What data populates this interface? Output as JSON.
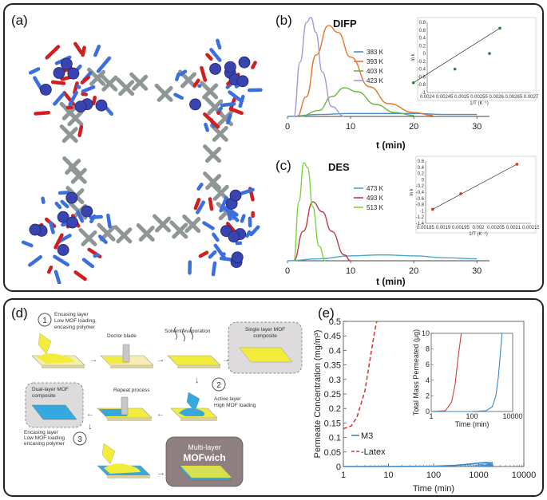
{
  "panels": {
    "a": "(a)",
    "b": "(b)",
    "c": "(c)",
    "d": "(d)",
    "e": "(e)"
  },
  "colors": {
    "blue": "#3b6fe0",
    "red": "#d11f1f",
    "grey": "#8e9696",
    "node": "#3a44b0",
    "c383": "#4a90c8",
    "c393": "#e8742a",
    "c403": "#6ab83c",
    "c423": "#a894d6",
    "c473": "#4aa8c8",
    "c493": "#c2394a",
    "c513": "#7bd43a",
    "m3": "#3a86c6",
    "latex": "#d83a3a",
    "yellow": "#f2ec3a",
    "cyan": "#35a8e0"
  },
  "chart_data": [
    {
      "type": "line",
      "panel": "b",
      "title": "DIFP",
      "xlabel": "t (min)",
      "ylabel": "",
      "xlim": [
        0,
        32
      ],
      "xticks": [
        "0",
        "10",
        "20",
        "30"
      ],
      "series": [
        {
          "name": "383 K",
          "x": [
            0,
            5,
            10,
            15,
            20,
            25,
            30
          ],
          "y": [
            0,
            0.02,
            0.03,
            0.03,
            0.03,
            0.02,
            0.02
          ]
        },
        {
          "name": "393 K",
          "x": [
            1.5,
            3,
            4.5,
            6.5,
            8,
            10,
            13,
            16,
            20,
            23
          ],
          "y": [
            0,
            0.2,
            0.62,
            0.92,
            0.85,
            0.6,
            0.3,
            0.13,
            0.04,
            0.01
          ]
        },
        {
          "name": "403 K",
          "x": [
            2,
            5,
            7,
            9,
            11,
            14,
            17,
            20
          ],
          "y": [
            0,
            0.06,
            0.2,
            0.29,
            0.25,
            0.12,
            0.04,
            0.01
          ]
        },
        {
          "name": "423 K",
          "x": [
            1,
            2,
            3,
            3.7,
            4.5,
            5.5,
            7,
            9
          ],
          "y": [
            0,
            0.55,
            0.95,
            1.0,
            0.85,
            0.45,
            0.1,
            0
          ]
        }
      ],
      "inset": {
        "xlabel": "1/T (K⁻¹)",
        "ylabel": "ln k",
        "xticks": [
          "0.0024",
          "0.00245",
          "0.0025",
          "0.00255",
          "0.0026",
          "0.00265",
          "0.0027"
        ],
        "yticks": [
          "0.8",
          "0.6",
          "0.4",
          "0.2",
          "0",
          "-0.2",
          "-0.4",
          "-0.6",
          "-0.8",
          "-1"
        ],
        "points": [
          [
            0.00236,
            -0.75
          ],
          [
            0.00248,
            -0.4
          ],
          [
            0.00258,
            0.0
          ],
          [
            0.00261,
            0.65
          ]
        ]
      }
    },
    {
      "type": "line",
      "panel": "c",
      "title": "DES",
      "xlabel": "t (min)",
      "ylabel": "",
      "xlim": [
        0,
        32
      ],
      "xticks": [
        "0",
        "10",
        "20",
        "30"
      ],
      "series": [
        {
          "name": "473 K",
          "x": [
            0,
            5,
            10,
            15,
            20,
            25,
            30
          ],
          "y": [
            0,
            0.02,
            0.05,
            0.06,
            0.05,
            0.03,
            0.02
          ]
        },
        {
          "name": "493 K",
          "x": [
            1,
            2.5,
            4,
            5.5,
            7,
            9,
            10
          ],
          "y": [
            0,
            0.3,
            0.6,
            0.5,
            0.3,
            0.06,
            0
          ]
        },
        {
          "name": "513 K",
          "x": [
            1,
            1.8,
            2.6,
            3.2,
            4,
            5,
            6
          ],
          "y": [
            0,
            0.6,
            1.0,
            0.95,
            0.55,
            0.15,
            0
          ]
        }
      ],
      "inset": {
        "xlabel": "1/T (K⁻¹)",
        "ylabel": "ln k",
        "xticks": [
          "0.00185",
          "0.0019",
          "0.00195",
          "0.002",
          "0.00205",
          "0.0021",
          "0.00215"
        ],
        "yticks": [
          "0.6",
          "0.4",
          "0.2",
          "0",
          "-0.2",
          "-0.4",
          "-0.6",
          "-0.8",
          "-1",
          "-1.2",
          "-1.4"
        ],
        "points": [
          [
            0.00187,
            -0.95
          ],
          [
            0.00195,
            -0.45
          ],
          [
            0.00211,
            0.5
          ]
        ]
      }
    },
    {
      "type": "line",
      "panel": "e",
      "title": "",
      "xlabel": "Time (min)",
      "ylabel": "Permeate Concentration (mg/m³)",
      "xscale": "log",
      "xlim": [
        1,
        10000
      ],
      "ylim": [
        0,
        0.5
      ],
      "xticks": [
        "1",
        "10",
        "100",
        "1000",
        "10000"
      ],
      "yticks": [
        "0",
        "0.05",
        "0.1",
        "0.15",
        "0.2",
        "0.25",
        "0.3",
        "0.35",
        "0.4",
        "0.45",
        "0.5"
      ],
      "series": [
        {
          "name": "M3",
          "x": [
            1,
            10,
            100,
            300,
            600,
            1000,
            1500,
            2000
          ],
          "y": [
            0,
            0,
            0.001,
            0.004,
            0.008,
            0.012,
            0.014,
            0.012
          ]
        },
        {
          "name": "Latex",
          "x": [
            1,
            1.5,
            2,
            3,
            4,
            5,
            5.5
          ],
          "y": [
            0.13,
            0.14,
            0.17,
            0.26,
            0.38,
            0.47,
            0.5
          ]
        }
      ],
      "inset": {
        "xlabel": "Time (min)",
        "ylabel": "Total Mass Permeated (μg)",
        "xscale": "log",
        "xticks": [
          "1",
          "100",
          "10000"
        ],
        "yticks": [
          "0",
          "2",
          "4",
          "6",
          "8",
          "10"
        ],
        "series": [
          {
            "name": "Latex",
            "x": [
              1,
              5,
              10,
              15,
              20,
              30
            ],
            "y": [
              0,
              0.1,
              1.2,
              3.5,
              6.5,
              10
            ]
          },
          {
            "name": "M3",
            "x": [
              1,
              100,
              500,
              1000,
              1500,
              2000,
              2500,
              3000
            ],
            "y": [
              0,
              0,
              0.1,
              0.6,
              2.0,
              4.5,
              7.5,
              10
            ]
          }
        ]
      }
    }
  ],
  "schematic": {
    "step1_num": "1",
    "step1_title": "Encasing layer",
    "step1_lines": [
      "Low MOF loading,",
      "encasing polymer"
    ],
    "doctor_blade": "Doctor blade",
    "solvent_evaporation": "Solvent evaporation",
    "single_layer": [
      "Single layer MOF",
      "composite"
    ],
    "step2_num": "2",
    "step2_lines": [
      "Active layer",
      "High MOF loading"
    ],
    "repeat_process": "Repeat process",
    "dual_layer": [
      "Dual-layer MOF",
      "composite"
    ],
    "step3_num": "3",
    "step3_lines": [
      "Encasing layer",
      "Low MOF loading",
      "encasing polymer"
    ],
    "multi_layer": "Multi-layer",
    "mofwich": "MOFwich"
  }
}
